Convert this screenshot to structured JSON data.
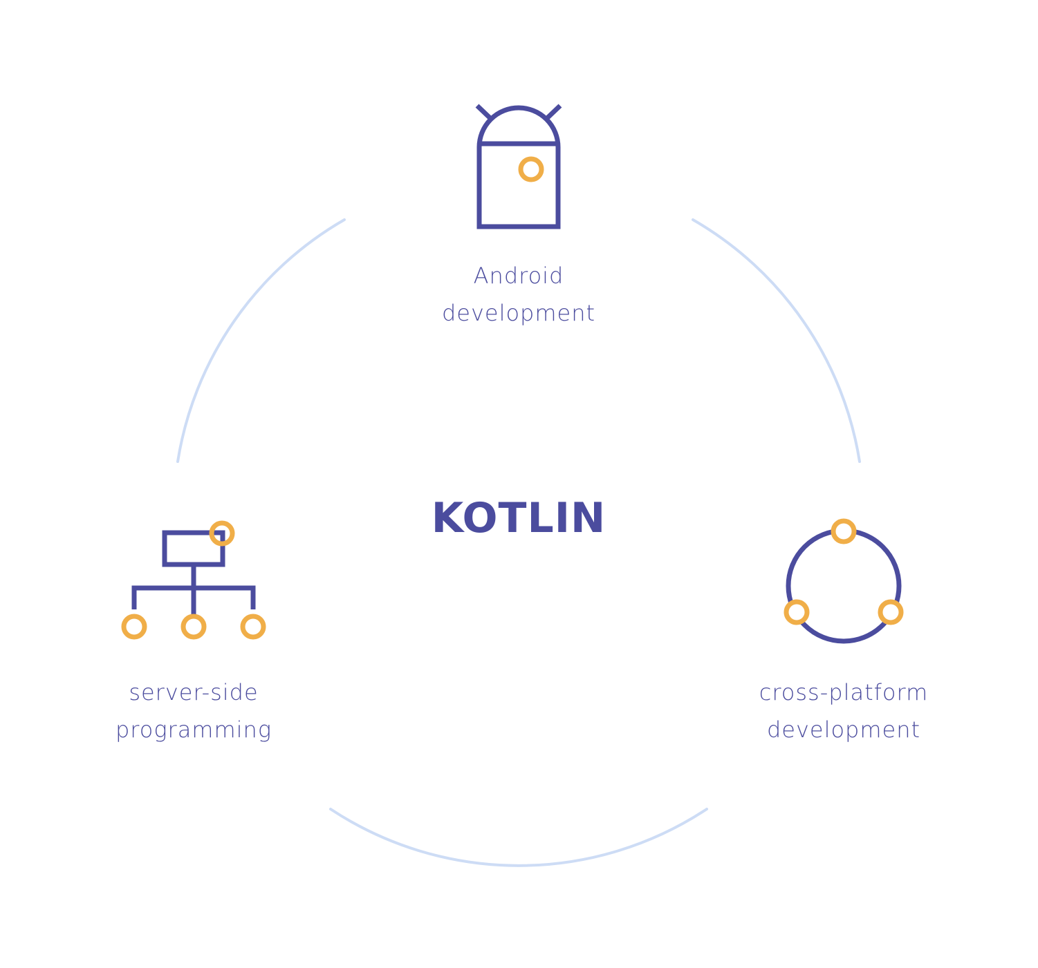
{
  "center": {
    "title": "KOTLIN"
  },
  "nodes": {
    "android": {
      "line1": "Android",
      "line2": "development",
      "icon": "android-robot-icon"
    },
    "server": {
      "line1": "server-side",
      "line2": "programming",
      "icon": "server-hierarchy-icon"
    },
    "cross": {
      "line1": "cross-platform",
      "line2": "development",
      "icon": "cross-platform-ring-icon"
    }
  },
  "colors": {
    "primary": "#4b4c9e",
    "accent": "#f0ae48",
    "ring": "#cddcf5",
    "background": "#ffffff"
  }
}
